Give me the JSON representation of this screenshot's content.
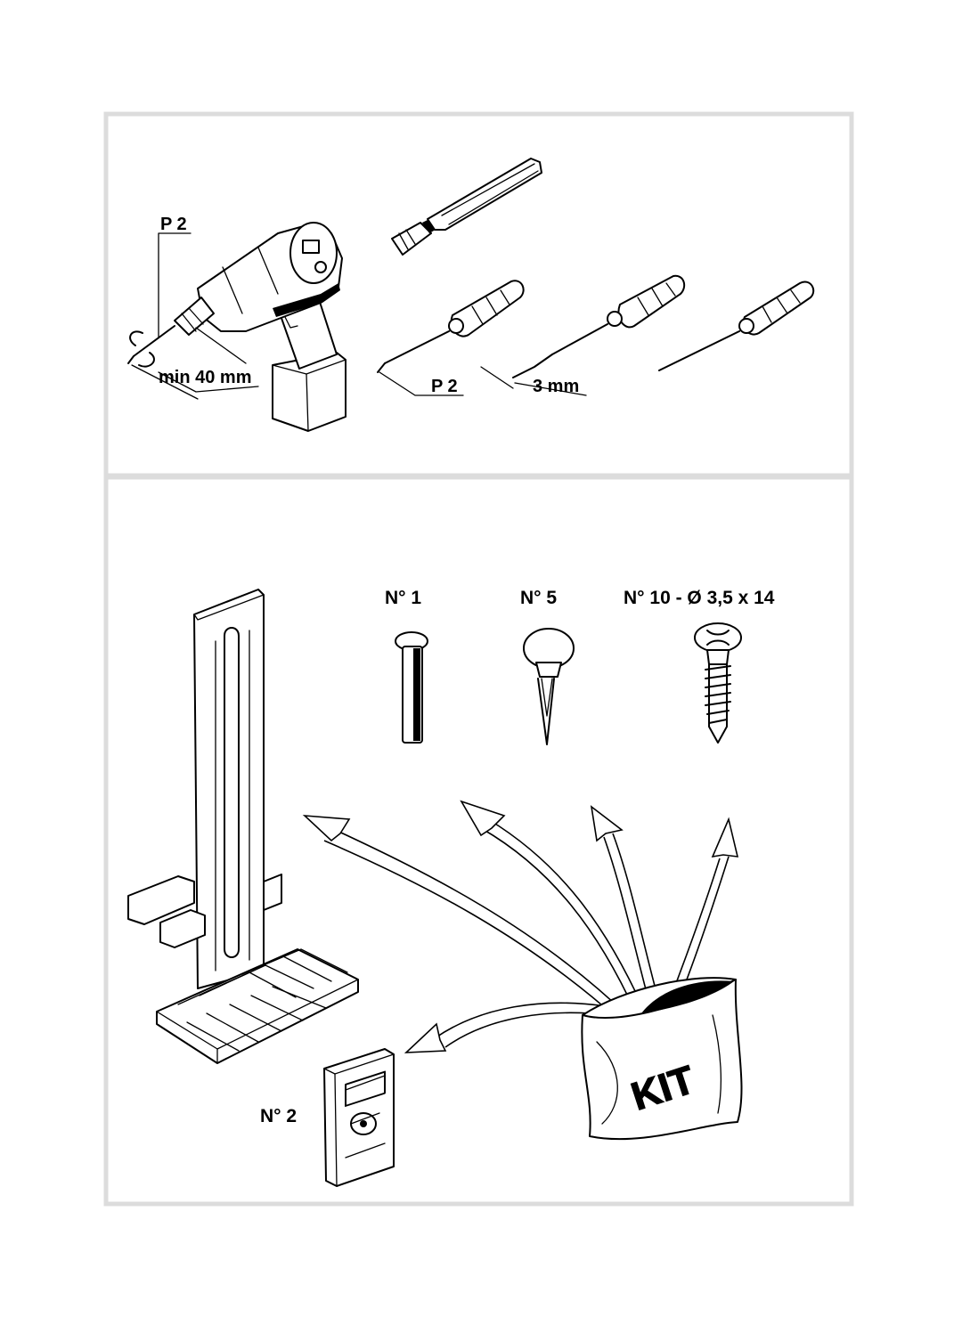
{
  "tools_panel": {
    "drill_bit_label": "P 2",
    "depth_label": "min 40 mm",
    "screwdriver_label": "P 2",
    "awl_label": "3 mm"
  },
  "kit_panel": {
    "part1_label": "N° 1",
    "part5_label": "N° 5",
    "part10_label": "N° 10 - Ø 3,5 x 14",
    "part2_label": "N° 2",
    "bag_label": "KIT"
  }
}
